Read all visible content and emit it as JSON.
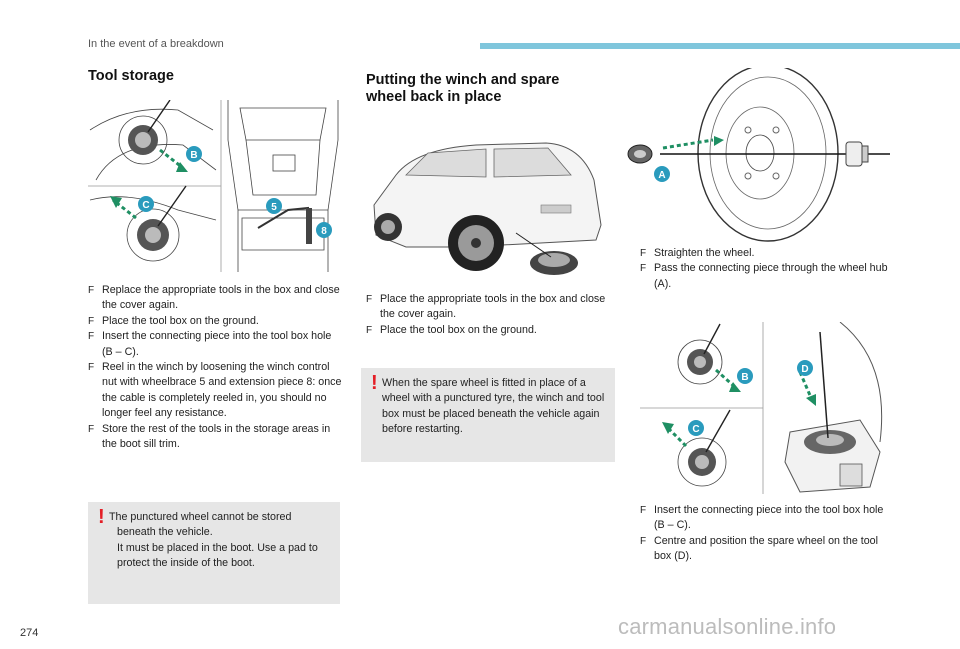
{
  "header": {
    "section_title": "In the event of a breakdown"
  },
  "tool_storage": {
    "title": "Tool storage",
    "steps": [
      "Replace the appropriate tools in the box and close the cover again.",
      "Place the tool box on the ground.",
      "Insert the connecting piece into the tool box hole (B – C).",
      "Reel in the winch by loosening the winch control nut with wheelbrace 5 and extension piece 8: once the cable is completely reeled in, you should no longer feel any resistance.",
      "Store the rest of the tools in the storage areas in the boot sill trim."
    ],
    "note_lines": [
      "The punctured wheel cannot be stored",
      "beneath the vehicle.",
      "It must be placed in the boot. Use a pad to",
      "protect the inside of the boot."
    ],
    "figure_labels": {
      "b": "B",
      "c": "C",
      "five": "5",
      "eight": "8"
    }
  },
  "winch": {
    "title": "Putting the winch and spare\nwheel back in place",
    "steps": [
      "Place the appropriate tools in the box and close the cover again.",
      "Place the tool box on the ground."
    ],
    "note": "When the spare wheel is fitted in place of a wheel with a punctured tyre, the winch and tool box must be placed beneath the vehicle again before restarting."
  },
  "right_column": {
    "steps_top": [
      "Straighten the wheel.",
      "Pass the connecting piece through the wheel hub (A)."
    ],
    "steps_bottom": [
      "Insert the connecting piece into the tool box hole (B – C).",
      "Centre and position the spare wheel on the tool box (D)."
    ],
    "figure_labels": {
      "a": "A",
      "b": "B",
      "c": "C",
      "d": "D"
    }
  },
  "colors": {
    "accent_bar": "#7fc6dc",
    "label_badge": "#2a9bbd",
    "warning": "#e41e26",
    "note_bg": "#e6e6e6",
    "arrow": "#1f8f63"
  },
  "footer": {
    "page_number": "274",
    "watermark": "carmanualsonline.info"
  }
}
